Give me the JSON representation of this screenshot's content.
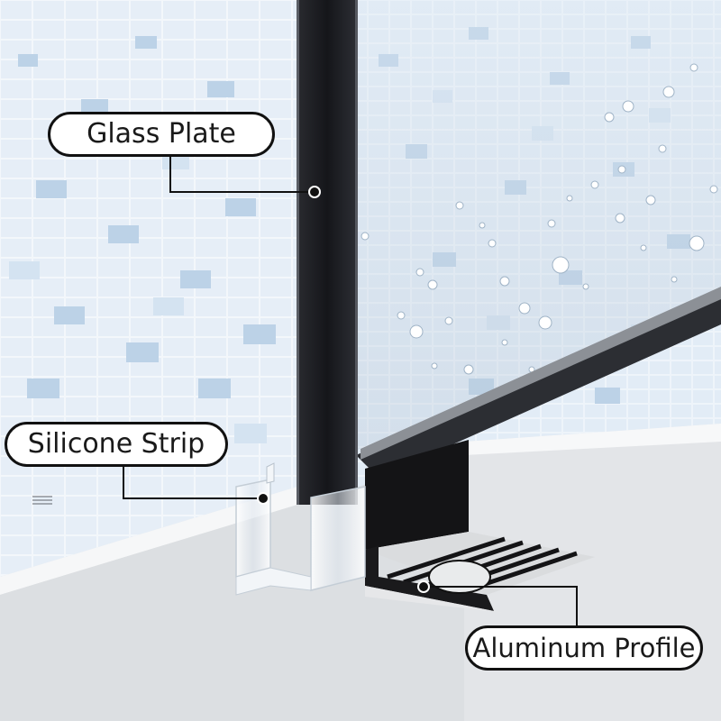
{
  "labels": {
    "glass_plate": "Glass Plate",
    "silicone_strip": "Silicone Strip",
    "aluminum_profile": "Aluminum Profile"
  },
  "colors": {
    "tile_light": "#f1f6fb",
    "tile_blue": "#b9cfe4",
    "tile_mid": "#d3e2f0",
    "floor": "#e4e6e8",
    "glass_edge": "#1e1e22",
    "profile_dark": "#151515",
    "profile_light": "#d8dadc",
    "leader_line": "#111111",
    "callout_bg": "#ffffff"
  }
}
